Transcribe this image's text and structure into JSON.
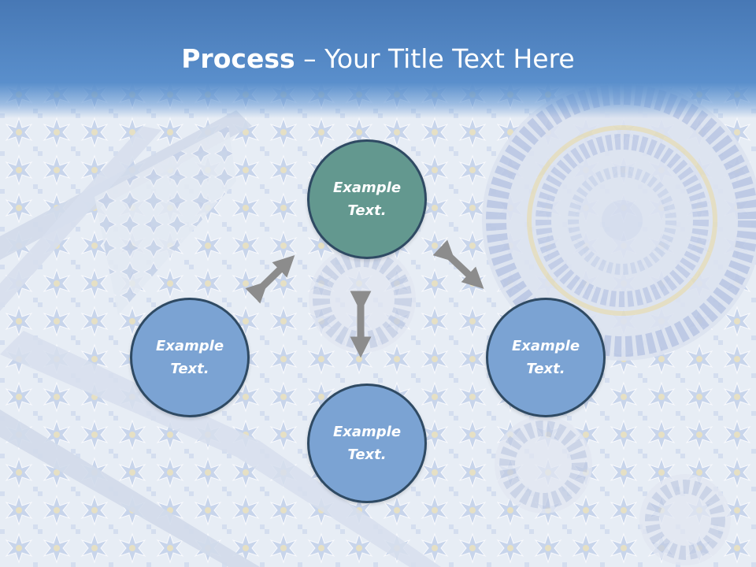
{
  "slide": {
    "title_bold": "Process",
    "title_sep": " – ",
    "title_rest": "Your Title Text Here"
  },
  "nodes": {
    "top": {
      "line1": "Example",
      "line2": "Text."
    },
    "left": {
      "line1": "Example",
      "line2": "Text."
    },
    "right": {
      "line1": "Example",
      "line2": "Text."
    },
    "bottom": {
      "line1": "Example",
      "line2": "Text."
    }
  },
  "colors": {
    "header": "#4778b5",
    "top_node": "#63988f",
    "other_nodes": "#7ba3d3",
    "node_border": "#2f4a63",
    "arrows": "#8c8c8c"
  },
  "background": {
    "pattern": "moroccan-mosaic-tile"
  }
}
